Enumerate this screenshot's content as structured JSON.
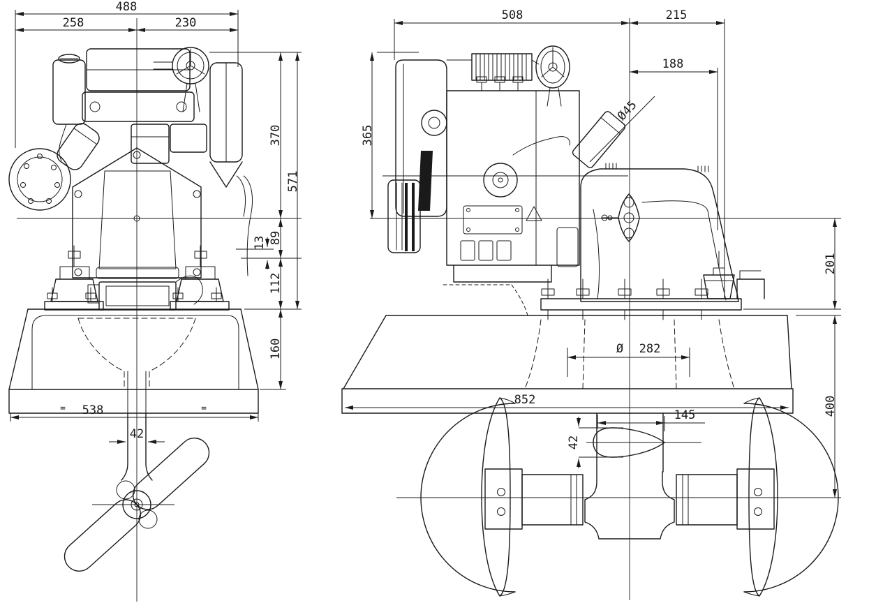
{
  "drawing": {
    "background": "#ffffff",
    "line_color": "#1a1a1a"
  },
  "front_view": {
    "dims": {
      "overall_width": "488",
      "center_to_left": "258",
      "center_to_right": "230",
      "top_to_crankshaft": "370",
      "overall_height": "571",
      "mount_step": "13",
      "crankshaft_to_mounts": "89",
      "mounts_to_flange": "112",
      "flange_to_base": "160",
      "base_width": "538",
      "base_equal_left": "=",
      "base_equal_right": "=",
      "leg_width": "42"
    }
  },
  "side_view": {
    "dims": {
      "engine_length": "508",
      "rear_length": "215",
      "rear_to_drive": "188",
      "top_to_crankshaft": "365",
      "exhaust_diameter": "Ø45",
      "crankshaft_to_flange": "201",
      "flange_to_prop_axis": "400",
      "opening_diameter_symbol": "Ø",
      "opening_diameter": "282",
      "base_length": "852",
      "leg_chord": "145",
      "leg_thickness": "42"
    }
  }
}
